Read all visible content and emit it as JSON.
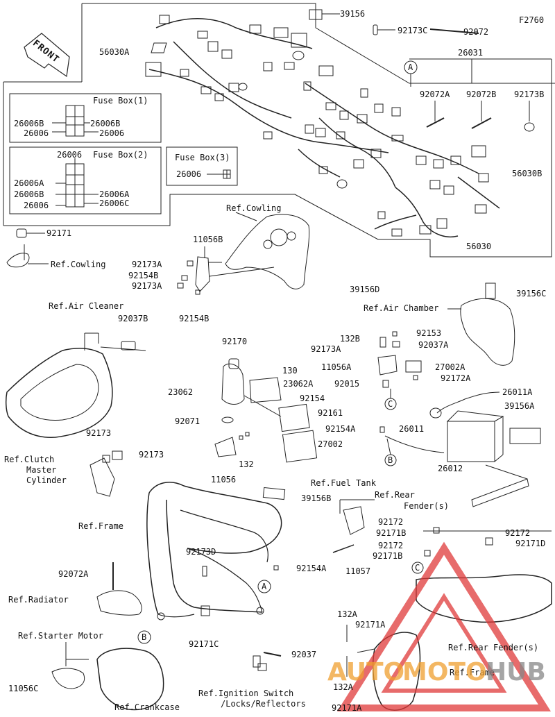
{
  "diagram": {
    "figure_code": "F2760",
    "front_label": "FRONT",
    "fuse_boxes": {
      "box1_title": "Fuse Box(1)",
      "box2_title": "Fuse Box(2)",
      "box3_title": "Fuse Box(3)",
      "box2_top_part": "26006"
    },
    "callout_letters": {
      "a": "A",
      "b": "B",
      "c": "C"
    },
    "refs": {
      "cowling_top": "Ref.Cowling",
      "cowling_left": "Ref.Cowling",
      "air_cleaner": "Ref.Air Cleaner",
      "air_chamber": "Ref.Air Chamber",
      "clutch_master_1": "Ref.Clutch",
      "clutch_master_2": "Master",
      "clutch_master_3": "Cylinder",
      "frame_left": "Ref.Frame",
      "fuel_tank": "Ref.Fuel Tank",
      "rear_fender_1": "Ref.Rear",
      "rear_fender_2": "Fender(s)",
      "radiator": "Ref.Radiator",
      "starter_motor": "Ref.Starter Motor",
      "crankcase": "Ref.Crankcase",
      "ignition_1": "Ref.Ignition Switch",
      "ignition_2": "/Locks/Reflectors",
      "rear_fender_lower": "Ref.Rear Fender(s)",
      "frame_lower": "Ref.Frame"
    },
    "parts": {
      "p39156_top": "39156",
      "p92173C": "92173C",
      "p92072_top": "92072",
      "p56030A": "56030A",
      "p26031": "26031",
      "p92072A_top": "92072A",
      "p92072B": "92072B",
      "p92173B": "92173B",
      "p56030B": "56030B",
      "p56030": "56030",
      "p39156D": "39156D",
      "p26006B_a": "26006B",
      "p26006B_b": "26006B",
      "p26006_a": "26006",
      "p26006_b": "26006",
      "p26006A_a": "26006A",
      "p26006B_c": "26006B",
      "p26006A_b": "26006A",
      "p26006_c": "26006",
      "p26006C": "26006C",
      "p26006_box3": "26006",
      "p92171": "92171",
      "p11056B": "11056B",
      "p92173A_1": "92173A",
      "p92154B_1": "92154B",
      "p92173A_2": "92173A",
      "p92154B_2": "92154B",
      "p39156C": "39156C",
      "p132B": "132B",
      "p92153": "92153",
      "p92173A_3": "92173A",
      "p92037A": "92037A",
      "p11056A": "11056A",
      "p27002A": "27002A",
      "p92015": "92015",
      "p92172A": "92172A",
      "p92037B": "92037B",
      "p92170": "92170",
      "p130": "130",
      "p23062": "23062",
      "p23062A": "23062A",
      "p92154": "92154",
      "p92161": "92161",
      "p92071": "92071",
      "p27002": "27002",
      "p132": "132",
      "p11056": "11056",
      "p26011A": "26011A",
      "p39156A": "39156A",
      "p92154A_1": "92154A",
      "p26011": "26011",
      "p26012": "26012",
      "p92173_1": "92173",
      "p92173_2": "92173",
      "p39156B": "39156B",
      "p92172_1": "92172",
      "p92171B_1": "92171B",
      "p92172_2": "92172",
      "p92171B_2": "92171B",
      "p92172_3": "92172",
      "p92171D": "92171D",
      "p11057": "11057",
      "p92173D": "92173D",
      "p92072A_low": "92072A",
      "p92154A_2": "92154A",
      "p92171C": "92171C",
      "p132A_1": "132A",
      "p92171A_1": "92171A",
      "p92037": "92037",
      "p11056C": "11056C",
      "p132A_2": "132A",
      "p92171A_2": "92171A"
    },
    "watermark": {
      "left": "AUTO",
      "mid": "MOTO",
      "right": "HUB"
    },
    "colors": {
      "line": "#222222",
      "watermark_red": "#e03a3a",
      "watermark_orange": "#f0a030"
    }
  }
}
